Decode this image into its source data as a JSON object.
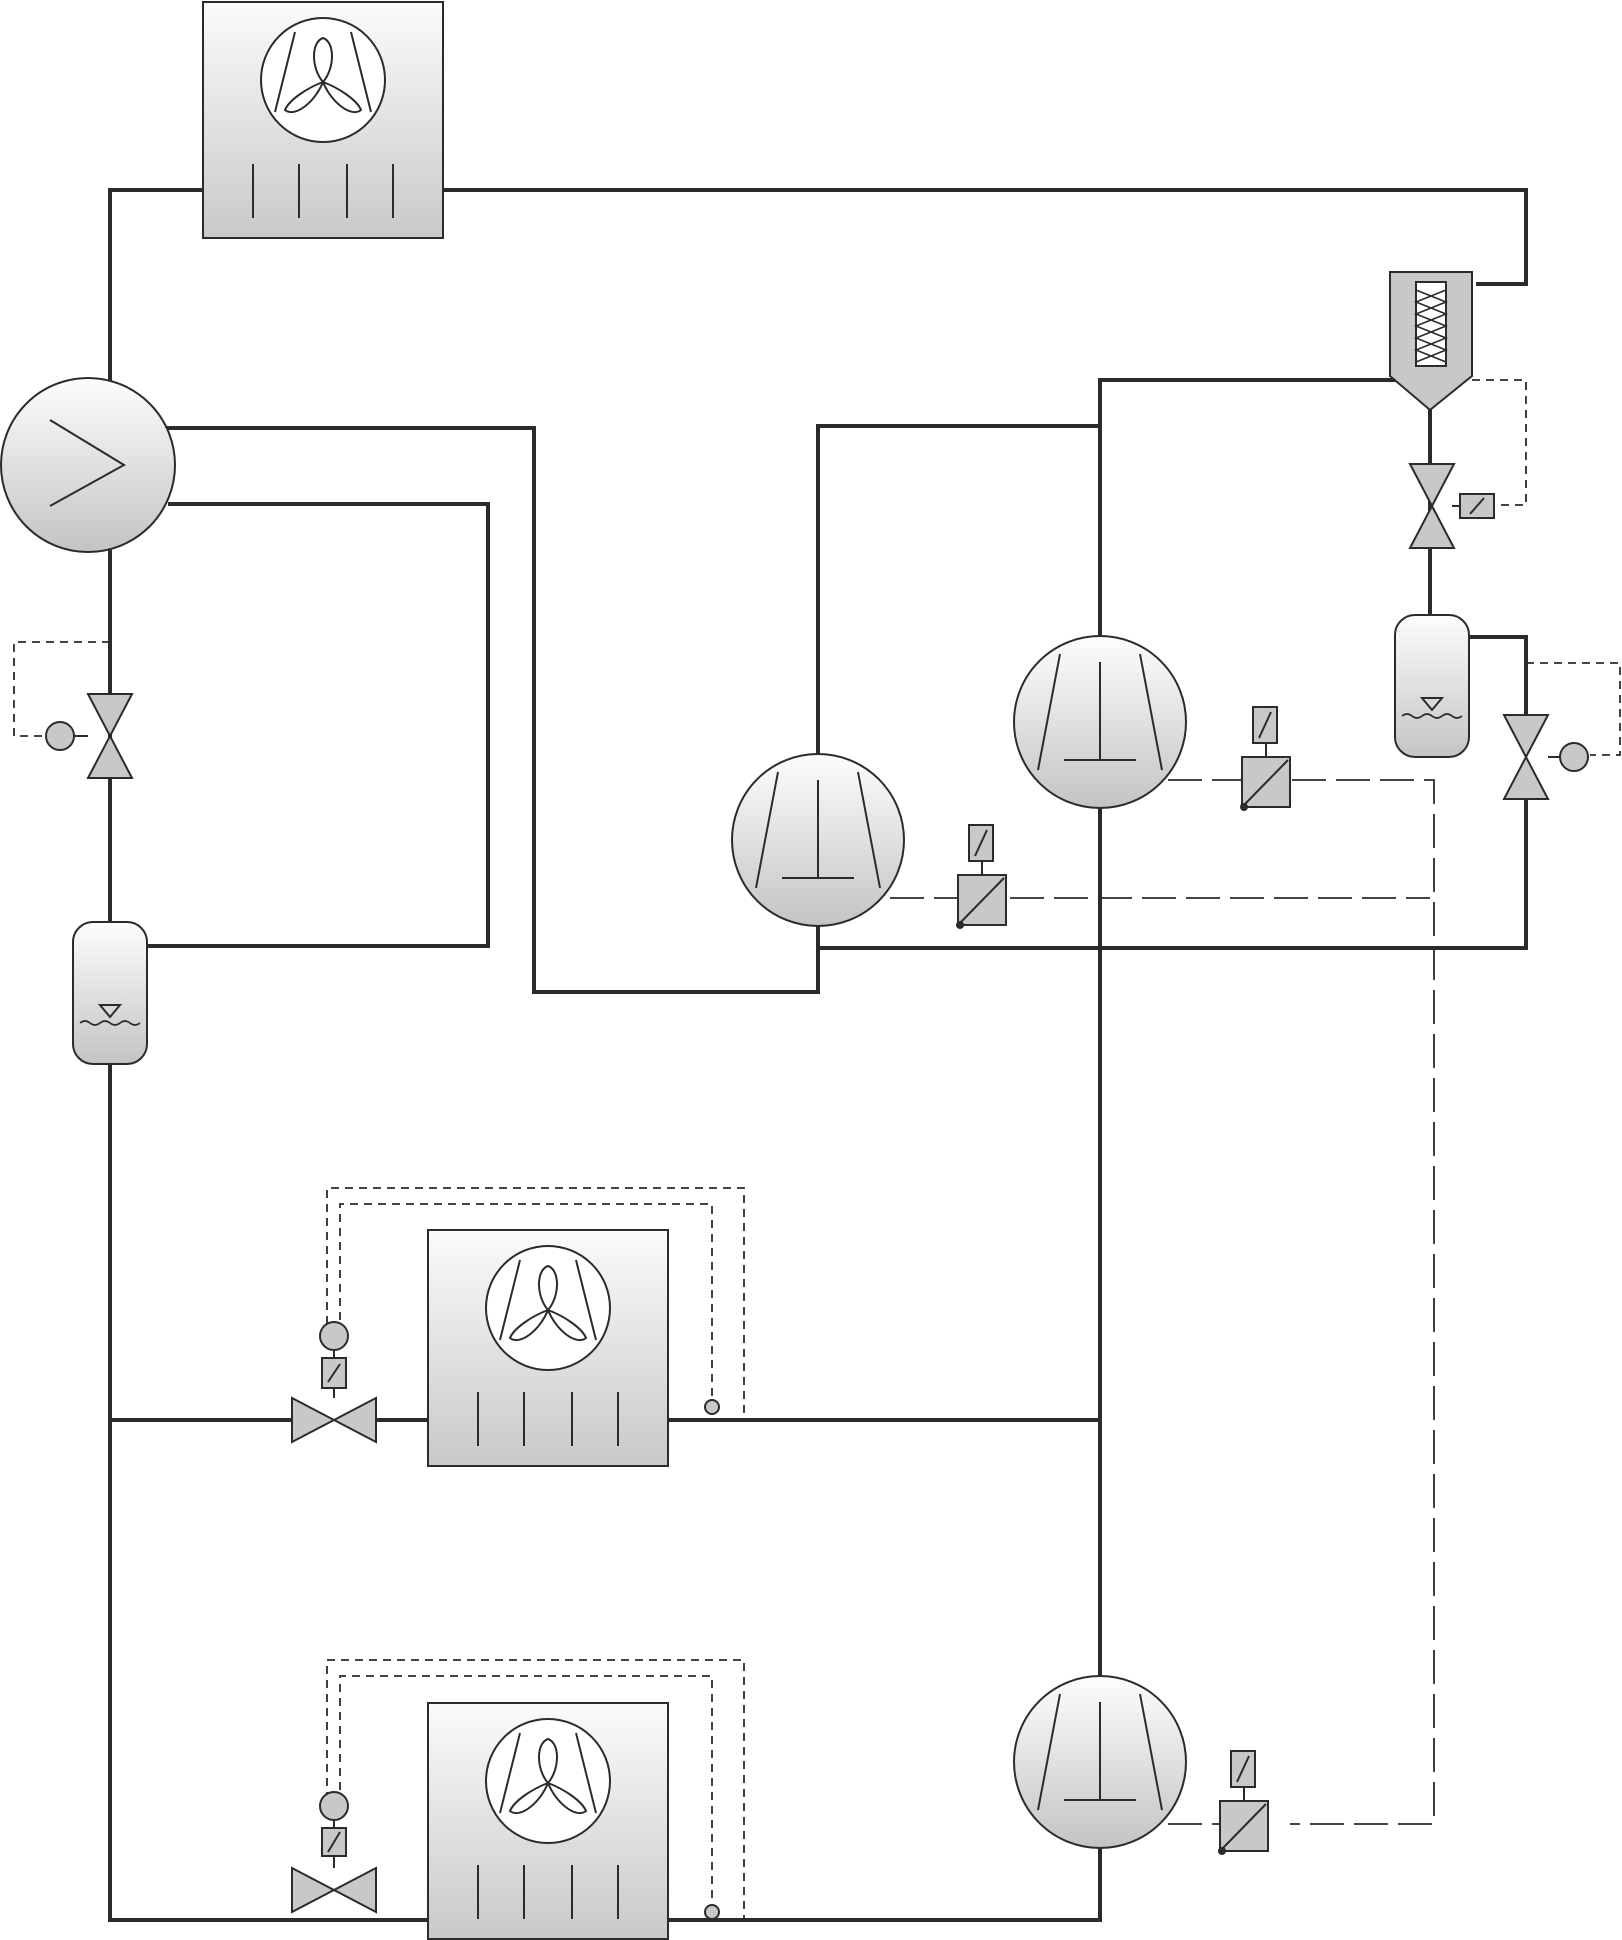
{
  "diagram": {
    "type": "refrigeration-schematic",
    "colors": {
      "pipe": "#2b2b2b",
      "component_fill_top": "#fbfbfb",
      "component_fill_bottom": "#c9c9c9",
      "background": "#ffffff"
    },
    "components": [
      {
        "name": "condenser-fan-unit",
        "icon": "fan-icon"
      },
      {
        "name": "heat-exchanger",
        "icon": "heat-exchanger-icon"
      },
      {
        "name": "expansion-valve-left",
        "icon": "valve-icon"
      },
      {
        "name": "liquid-receiver-left",
        "icon": "receiver-icon"
      },
      {
        "name": "compressor-middle",
        "icon": "compressor-icon"
      },
      {
        "name": "compressor-right",
        "icon": "compressor-icon"
      },
      {
        "name": "compressor-bottom",
        "icon": "compressor-icon"
      },
      {
        "name": "oil-separator",
        "icon": "filter-icon"
      },
      {
        "name": "solenoid-valve-top-right",
        "icon": "solenoid-valve-icon"
      },
      {
        "name": "liquid-receiver-right",
        "icon": "receiver-icon"
      },
      {
        "name": "expansion-valve-right",
        "icon": "valve-icon"
      },
      {
        "name": "evaporator-fan-unit-1",
        "icon": "fan-icon"
      },
      {
        "name": "evaporator-fan-unit-2",
        "icon": "fan-icon"
      },
      {
        "name": "thermostatic-valve-1",
        "icon": "valve-icon"
      },
      {
        "name": "thermostatic-valve-2",
        "icon": "valve-icon"
      },
      {
        "name": "pressure-transducer-1",
        "icon": "transducer-icon"
      },
      {
        "name": "pressure-transducer-2",
        "icon": "transducer-icon"
      },
      {
        "name": "pressure-transducer-3",
        "icon": "transducer-icon"
      }
    ]
  }
}
